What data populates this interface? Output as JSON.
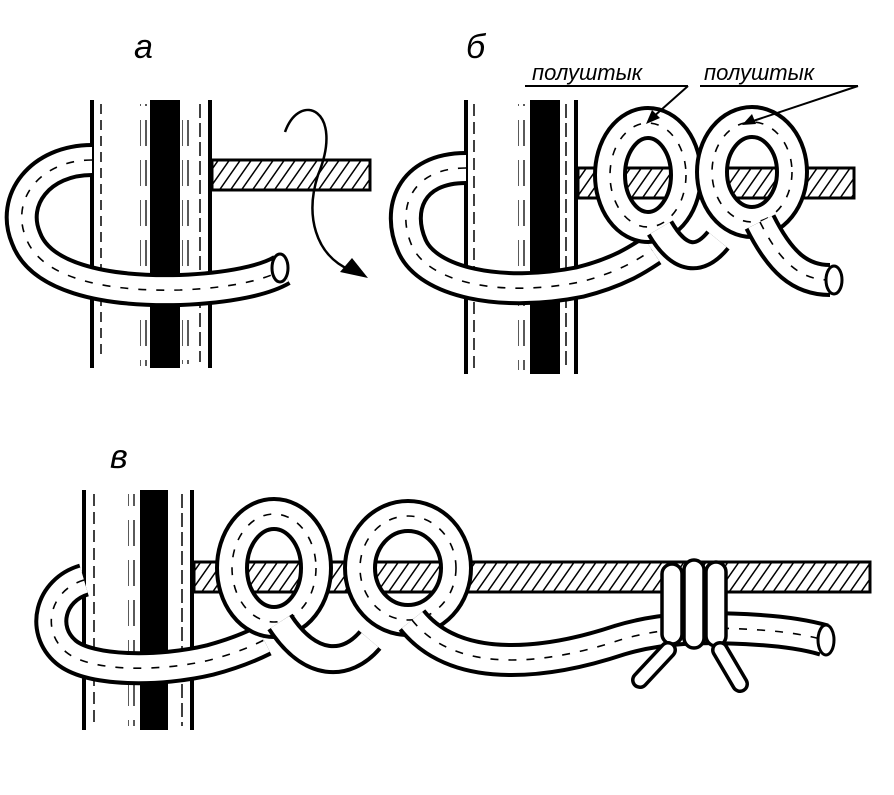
{
  "panels": [
    {
      "label": "а"
    },
    {
      "label": "б"
    },
    {
      "label": "в"
    }
  ],
  "annotations": {
    "half_hitch_1": "полуштык",
    "half_hitch_2": "полуштык"
  },
  "colors": {
    "ink": "#000000",
    "paper": "#ffffff"
  }
}
